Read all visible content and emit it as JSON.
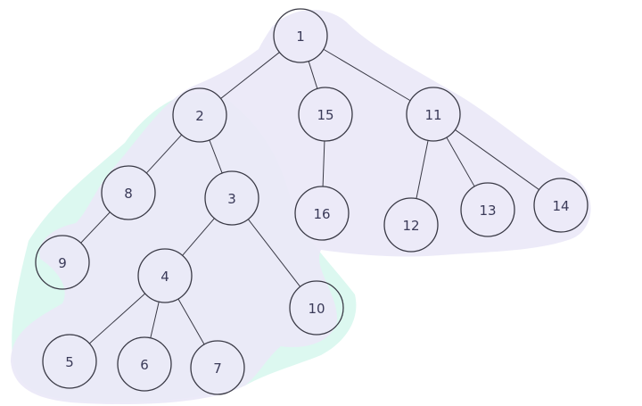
{
  "colors": {
    "background": "#ffffff",
    "highlight_lavender": "#ebe8f8",
    "highlight_mint": "#dcf8f0",
    "node_stroke": "#3a3a46",
    "edge_stroke": "#3a3a46",
    "label": "#3a3a58"
  },
  "tree": {
    "nodes": [
      {
        "id": "1",
        "label": "1"
      },
      {
        "id": "2",
        "label": "2"
      },
      {
        "id": "15",
        "label": "15"
      },
      {
        "id": "11",
        "label": "11"
      },
      {
        "id": "8",
        "label": "8"
      },
      {
        "id": "3",
        "label": "3"
      },
      {
        "id": "16",
        "label": "16"
      },
      {
        "id": "12",
        "label": "12"
      },
      {
        "id": "13",
        "label": "13"
      },
      {
        "id": "14",
        "label": "14"
      },
      {
        "id": "9",
        "label": "9"
      },
      {
        "id": "4",
        "label": "4"
      },
      {
        "id": "10",
        "label": "10"
      },
      {
        "id": "5",
        "label": "5"
      },
      {
        "id": "6",
        "label": "6"
      },
      {
        "id": "7",
        "label": "7"
      }
    ],
    "edges": [
      {
        "from": "1",
        "to": "2"
      },
      {
        "from": "1",
        "to": "15"
      },
      {
        "from": "1",
        "to": "11"
      },
      {
        "from": "2",
        "to": "8"
      },
      {
        "from": "2",
        "to": "3"
      },
      {
        "from": "15",
        "to": "16"
      },
      {
        "from": "11",
        "to": "12"
      },
      {
        "from": "11",
        "to": "13"
      },
      {
        "from": "11",
        "to": "14"
      },
      {
        "from": "8",
        "to": "9"
      },
      {
        "from": "3",
        "to": "4"
      },
      {
        "from": "3",
        "to": "10"
      },
      {
        "from": "4",
        "to": "5"
      },
      {
        "from": "4",
        "to": "6"
      },
      {
        "from": "4",
        "to": "7"
      }
    ]
  }
}
